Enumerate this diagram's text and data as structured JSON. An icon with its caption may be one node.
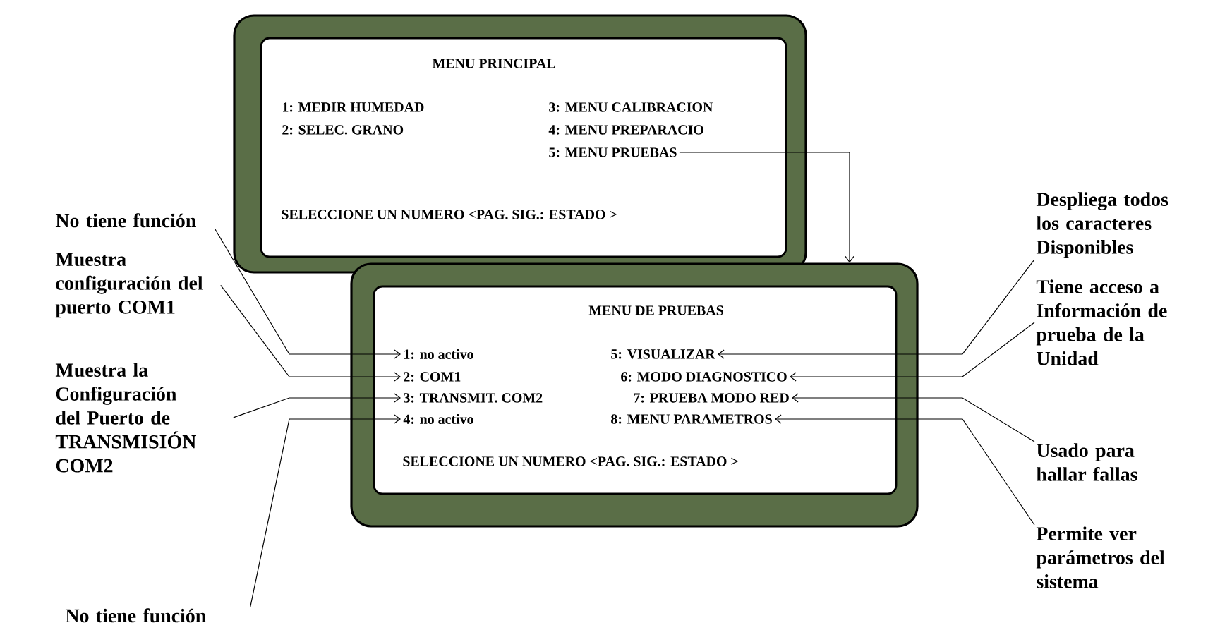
{
  "diagram": {
    "nodes": [
      {
        "text": [
          "MENU PRINCIPAL",
          "SELECCIONE UN NUMERO <PAG. SIG.: ESTADO >"
        ]
      },
      {
        "text": [
          "1: MEDIR HUMEDAD"
        ],
        "in": 0
      },
      {
        "text": [
          "3: MENU CALIBRACION"
        ],
        "in": 0
      },
      {
        "text": [
          "2: SELEC. GRANO"
        ],
        "in": 0
      },
      {
        "text": [
          "4: MENU PREPARACIO"
        ],
        "in": 0
      },
      {
        "text": [
          "5: MENU PRUEBAS"
        ],
        "in": 0
      },
      {
        "text": [
          "MENU DE PRUEBAS",
          "SELECCIONE UN NUMERO <PAG. SIG.: ESTADO >"
        ]
      },
      {
        "text": [
          "1: no activo"
        ],
        "in": 6
      },
      {
        "text": [
          "5: VISUALIZAR"
        ],
        "in": 6
      },
      {
        "text": [
          "2: COM1"
        ],
        "in": 6
      },
      {
        "text": [
          "6: MODO DIAGNOSTICO"
        ],
        "in": 6
      },
      {
        "text": [
          "3: TRANSMIT. COM2"
        ],
        "in": 6
      },
      {
        "text": [
          "7: PRUEBA MODO RED"
        ],
        "in": 6
      },
      {
        "text": [
          "4: no activo"
        ],
        "in": 6
      },
      {
        "text": [
          "8: MENU PARAMETROS"
        ],
        "in": 6
      },
      {
        "text": [
          "No tiene función"
        ]
      },
      {
        "text": [
          "Muestra configuración del puerto COM1"
        ]
      },
      {
        "text": [
          "Muestra la Configuración del Puerto de TRANSMISIÓN COM2"
        ]
      },
      {
        "text": [
          "No tiene función"
        ]
      },
      {
        "text": [
          "Despliega todos los caracteres Disponibles"
        ]
      },
      {
        "text": [
          "Tiene acceso a Información de prueba de la Unidad"
        ]
      },
      {
        "text": [
          "Usado para hallar fallas"
        ]
      },
      {
        "text": [
          "Permite ver parámetros del sistema"
        ]
      }
    ],
    "edges": [
      {
        "from": 5,
        "to": 6,
        "arrow": "to"
      },
      {
        "from": 15,
        "to": 7,
        "arrow": "to"
      },
      {
        "from": 16,
        "to": 9,
        "arrow": "to"
      },
      {
        "from": 17,
        "to": 11,
        "arrow": "to"
      },
      {
        "from": 18,
        "to": 13,
        "arrow": "to"
      },
      {
        "from": 19,
        "to": 8,
        "arrow": "to"
      },
      {
        "from": 20,
        "to": 10,
        "arrow": "to"
      },
      {
        "from": 21,
        "to": 12,
        "arrow": "to"
      },
      {
        "from": 22,
        "to": 14,
        "arrow": "to"
      }
    ]
  }
}
